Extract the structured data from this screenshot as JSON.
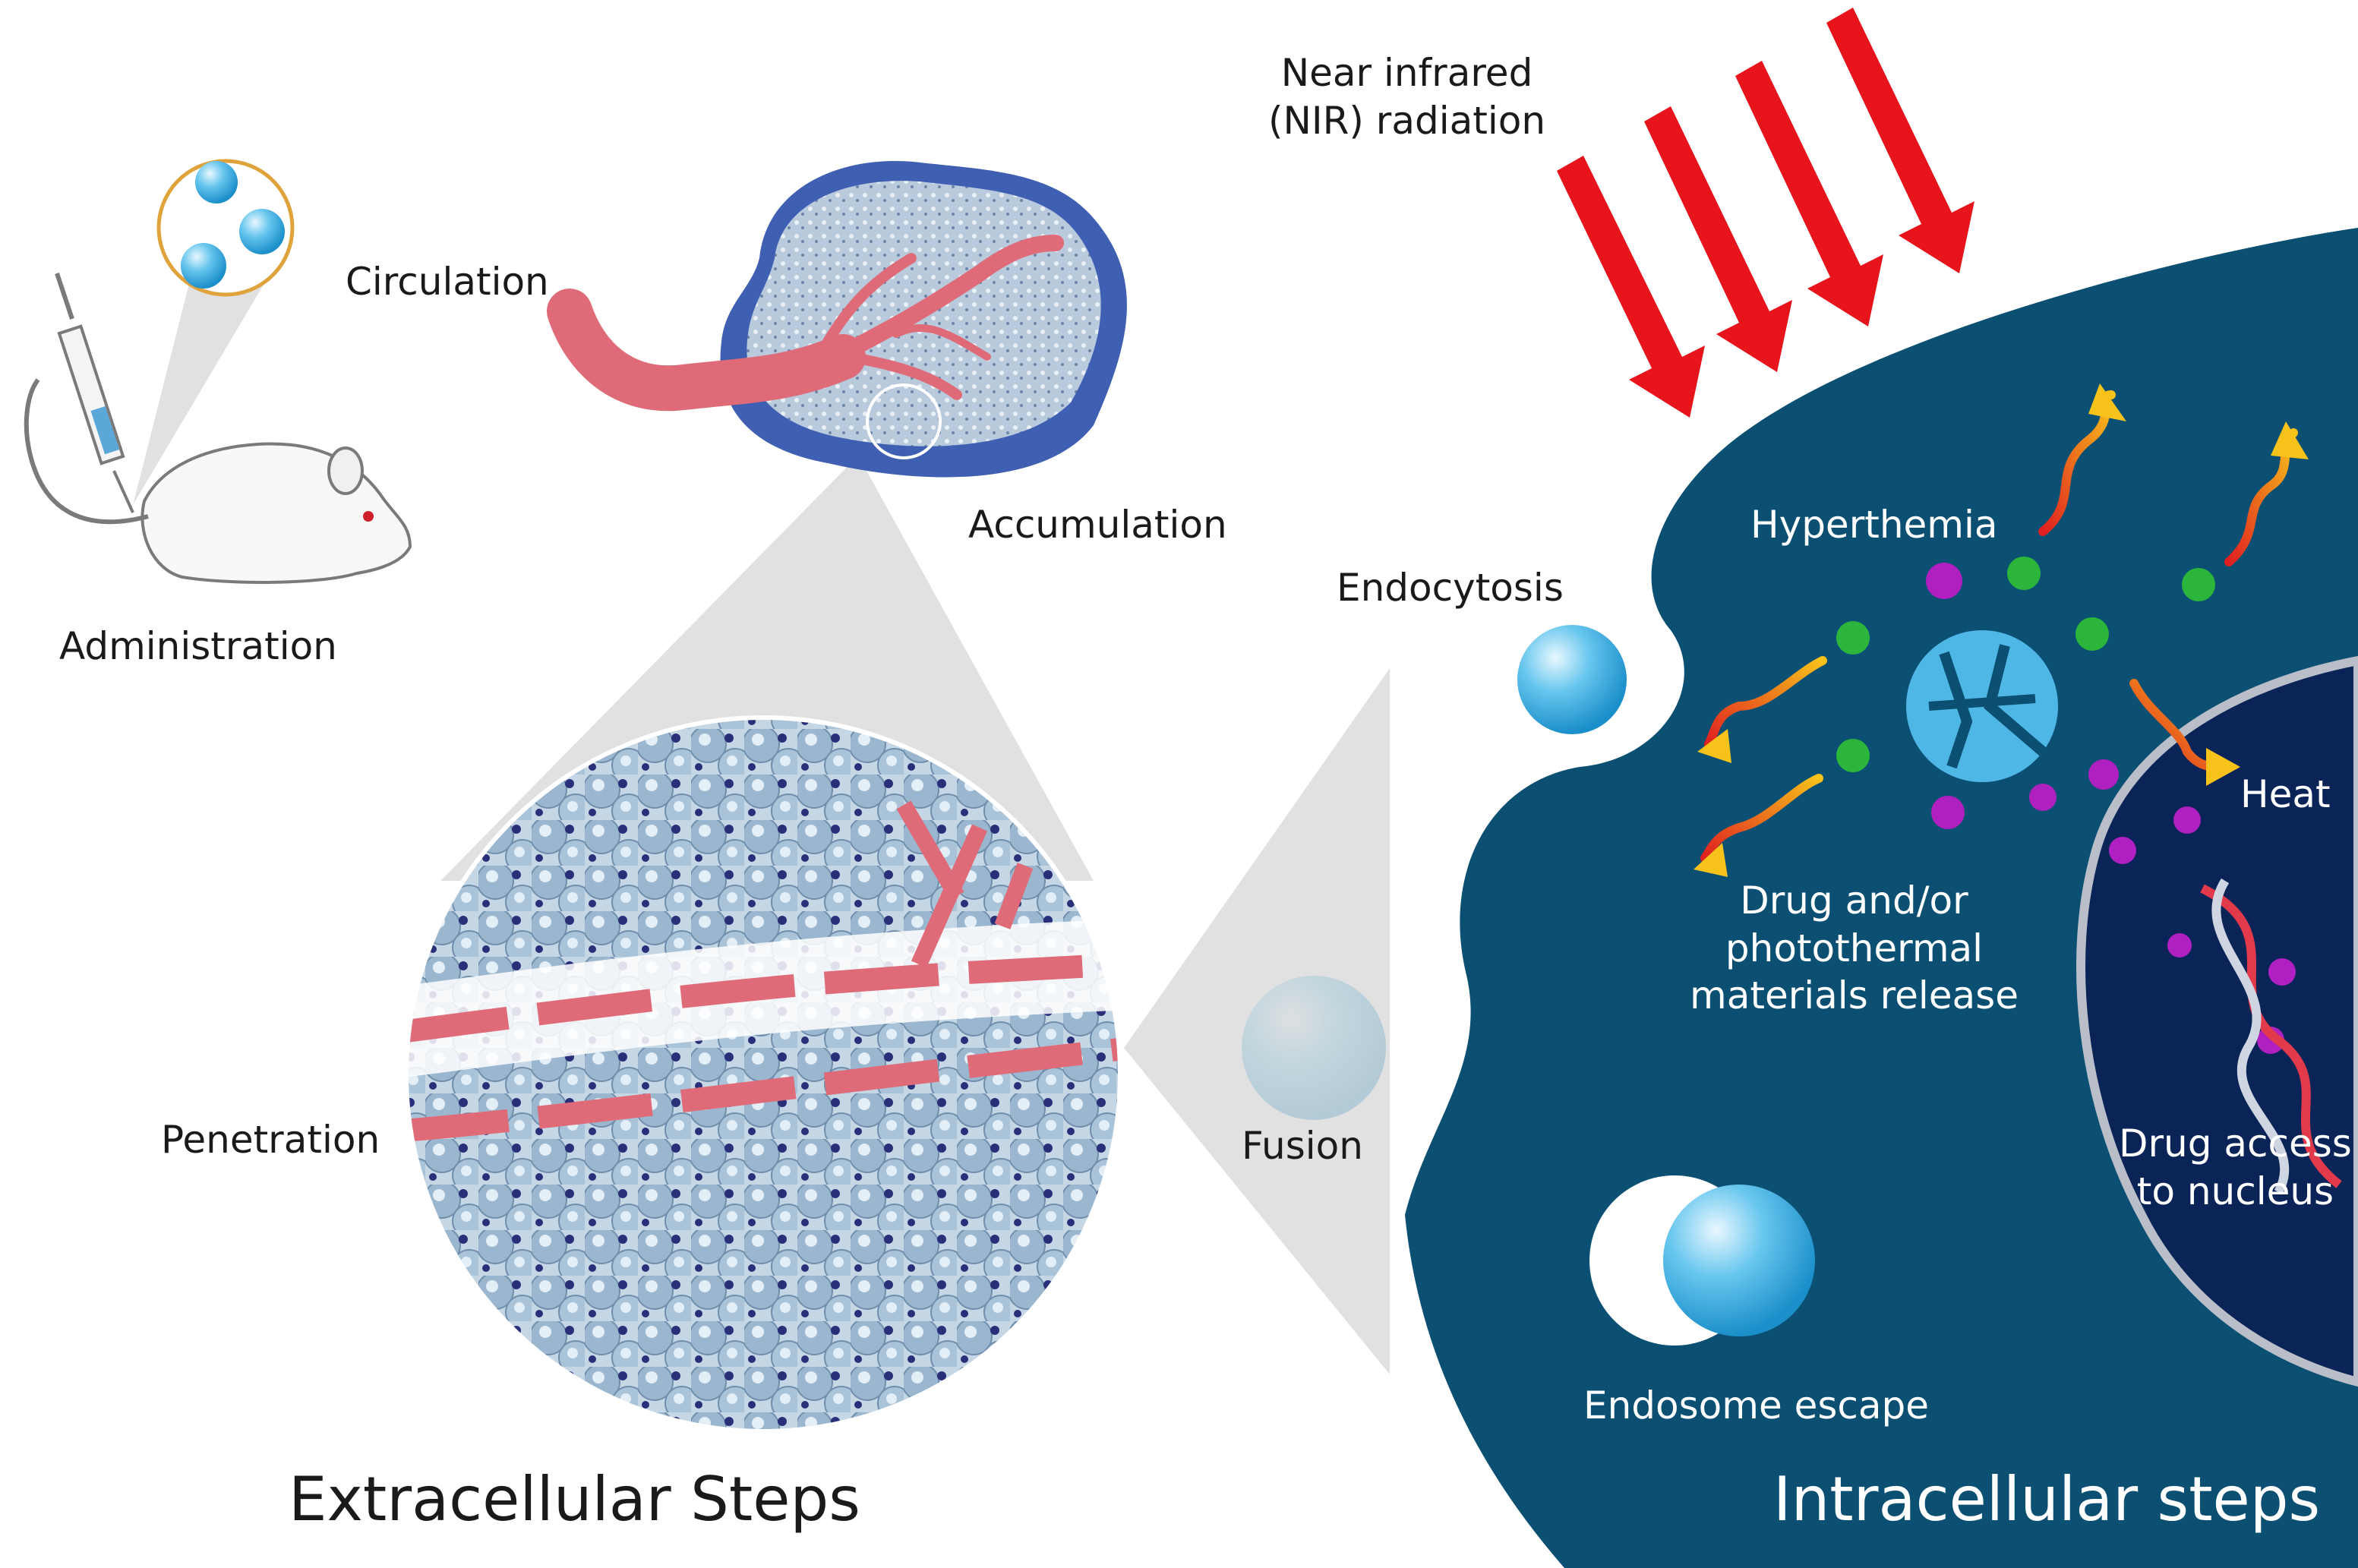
{
  "labels": {
    "near_infrared_line1": "Near infrared",
    "near_infrared_line2": "(NIR) radiation",
    "circulation": "Circulation",
    "administration": "Administration",
    "accumulation": "Accumulation",
    "penetration": "Penetration",
    "extracellular_steps": "Extracellular Steps",
    "endocytosis": "Endocytosis",
    "fusion": "Fusion",
    "endosome_escape": "Endosome escape",
    "hyperthemia": "Hyperthemia",
    "heat": "Heat",
    "drug_release_line1": "Drug and/or",
    "drug_release_line2": "photothermal",
    "drug_release_line3": "materials release",
    "drug_access_line1": "Drug access",
    "drug_access_line2": "to nucleus",
    "intracellular_steps": "Intracellular steps"
  },
  "colors": {
    "cell": "#0b4f72",
    "nucleus": "#0a2458",
    "nir_arrow": "#e8141c",
    "nanoparticle": "#2ea9e0",
    "vessel": "#e06b78",
    "tumor_rim": "#3f5fb3",
    "drug": "#b01fc0",
    "photothermal_agent": "#1f9b28"
  },
  "icons": [
    "syringe-icon",
    "mouse-icon",
    "nanoparticle-icon",
    "tumor-icon",
    "blood-vessel-icon",
    "dna-icon",
    "nir-arrow-icon",
    "heat-arrow-icon"
  ]
}
